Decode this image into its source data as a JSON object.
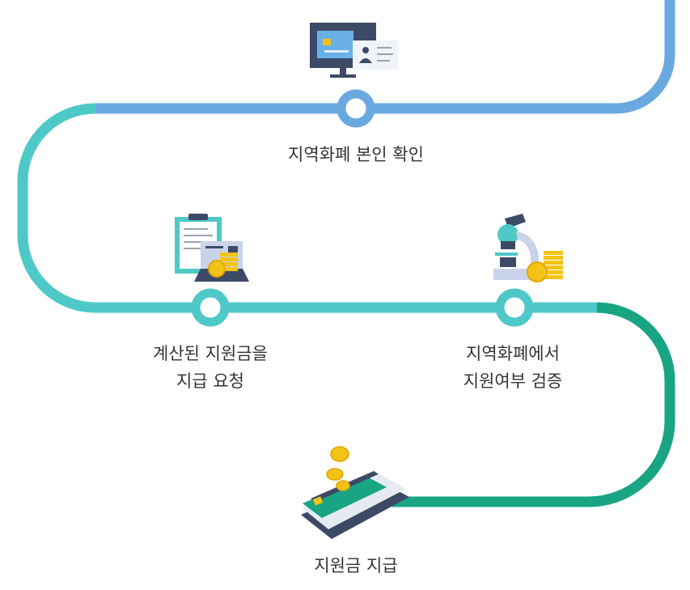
{
  "colors": {
    "blue_track": "#6aa9e0",
    "teal_track": "#4ec9c8",
    "green_track": "#19a583",
    "label_text": "#333333"
  },
  "steps": [
    {
      "icon": "computer-id-card-icon",
      "lines": [
        "지역화폐 본인 확인"
      ]
    },
    {
      "icon": "clipboard-coins-icon",
      "lines": [
        "계산된 지원금을",
        "지급 요청"
      ]
    },
    {
      "icon": "microscope-coins-icon",
      "lines": [
        "지역화폐에서",
        "지원여부 검증"
      ]
    },
    {
      "icon": "card-coins-icon",
      "lines": [
        "지원금 지급"
      ]
    }
  ]
}
